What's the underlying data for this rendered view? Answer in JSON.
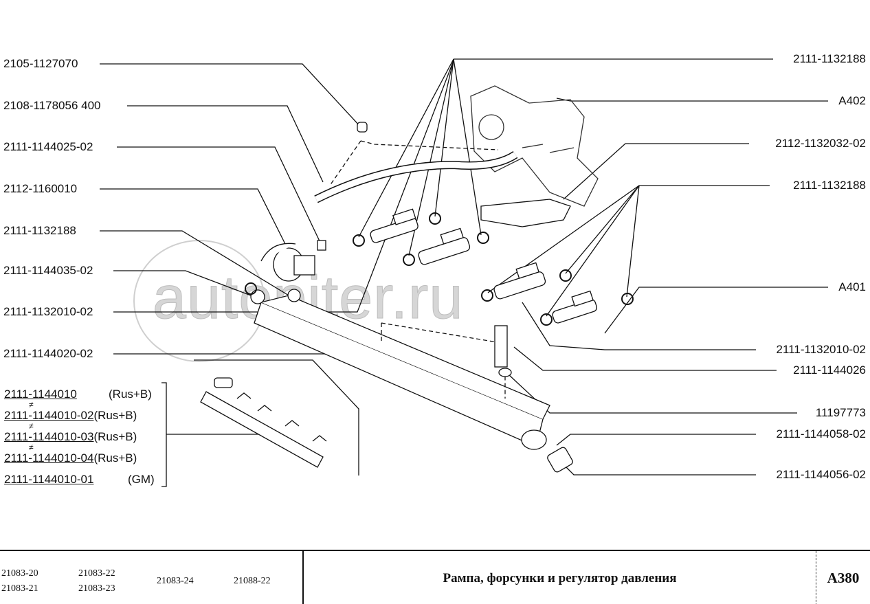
{
  "watermark": "autopiter.ru",
  "left_labels": [
    "2105-1127070",
    "2108-1178056  400",
    "2111-1144025-02",
    "2112-1160010",
    "2111-1132188",
    "2111-1144035-02",
    "2111-1132010-02",
    "2111-1144020-02"
  ],
  "right_labels": [
    "2111-1132188",
    "A402",
    "2112-1132032-02",
    "2111-1132188",
    "A401",
    "2111-1132010-02",
    "2111-1144026",
    "11197773",
    "2111-1144058-02",
    "2111-1144056-02"
  ],
  "assembly_variants": [
    {
      "code": "2111-1144010",
      "spec": "(Rus+B)"
    },
    {
      "code": "2111-1144010-02",
      "spec": "(Rus+B)"
    },
    {
      "code": "2111-1144010-03",
      "spec": "(Rus+B)"
    },
    {
      "code": "2111-1144010-04",
      "spec": "(Rus+B)"
    },
    {
      "code": "2111-1144010-01",
      "spec": "(GM)"
    }
  ],
  "variant_mark": "≠",
  "footer": {
    "models": [
      "21083-20",
      "21083-21",
      "21083-22",
      "21083-23",
      "21083-24",
      "21088-22"
    ],
    "title": "Рампа, форсунки и регулятор давления",
    "code": "A380"
  }
}
